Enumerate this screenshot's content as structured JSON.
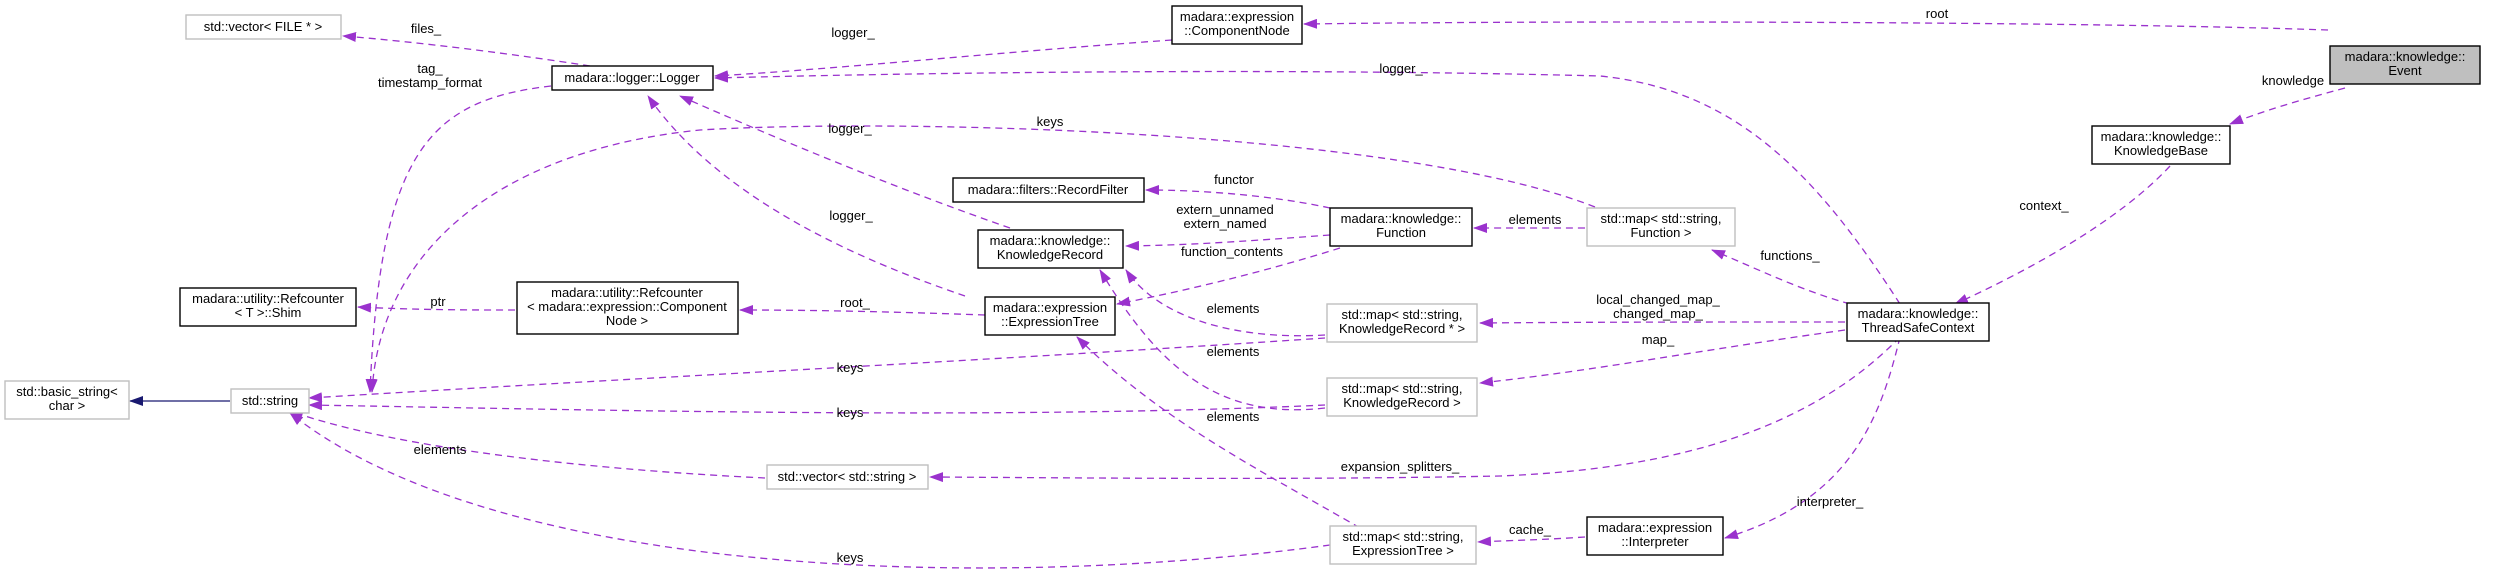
{
  "colors": {
    "usage_edge": "#9a32cd",
    "inherit_edge": "#191970",
    "node_border": "#000000",
    "node_border_light": "#bfbfbf",
    "focus_fill": "#bfbfbf"
  },
  "nodes": {
    "event": {
      "lines": [
        "madara::knowledge::",
        "Event"
      ]
    },
    "component_node": {
      "lines": [
        "madara::expression",
        "::ComponentNode"
      ]
    },
    "vector_file": {
      "lines": [
        "std::vector< FILE * >"
      ]
    },
    "logger": {
      "lines": [
        "madara::logger::Logger"
      ]
    },
    "knowledge_base": {
      "lines": [
        "madara::knowledge::",
        "KnowledgeBase"
      ]
    },
    "record_filter": {
      "lines": [
        "madara::filters::RecordFilter"
      ]
    },
    "function": {
      "lines": [
        "madara::knowledge::",
        "Function"
      ]
    },
    "map_function": {
      "lines": [
        "std::map< std::string,",
        "Function >"
      ]
    },
    "knowledge_record": {
      "lines": [
        "madara::knowledge::",
        "KnowledgeRecord"
      ]
    },
    "refcounter_shim": {
      "lines": [
        "madara::utility::Refcounter",
        "< T >::Shim"
      ]
    },
    "refcounter_component": {
      "lines": [
        "madara::utility::Refcounter",
        "< madara::expression::Component",
        "Node >"
      ]
    },
    "expression_tree": {
      "lines": [
        "madara::expression",
        "::ExpressionTree"
      ]
    },
    "map_kr_ptr": {
      "lines": [
        "std::map< std::string,",
        "KnowledgeRecord * >"
      ]
    },
    "thread_safe_context": {
      "lines": [
        "madara::knowledge::",
        "ThreadSafeContext"
      ]
    },
    "basic_string": {
      "lines": [
        "std::basic_string<",
        "char >"
      ]
    },
    "string": {
      "lines": [
        "std::string"
      ]
    },
    "map_kr": {
      "lines": [
        "std::map< std::string,",
        "KnowledgeRecord >"
      ]
    },
    "vector_string": {
      "lines": [
        "std::vector< std::string >"
      ]
    },
    "interpreter": {
      "lines": [
        "madara::expression",
        "::Interpreter"
      ]
    },
    "map_expression_tree": {
      "lines": [
        "std::map< std::string,",
        "ExpressionTree >"
      ]
    }
  },
  "edge_labels": {
    "root_event": [
      "root"
    ],
    "knowledge": [
      "knowledge"
    ],
    "context": [
      "context_"
    ],
    "files": [
      "files_"
    ],
    "logger_cn": [
      "logger_"
    ],
    "logger_tsc": [
      "logger_"
    ],
    "logger_kr": [
      "logger_"
    ],
    "logger_et": [
      "logger_"
    ],
    "tag_ts": [
      "tag_",
      "timestamp_format"
    ],
    "keys_map_function": [
      "keys"
    ],
    "functor": [
      "functor"
    ],
    "elements_map_function": [
      "elements"
    ],
    "extern": [
      "extern_unnamed",
      "extern_named"
    ],
    "function_contents": [
      "function_contents"
    ],
    "functions": [
      "functions_"
    ],
    "ptr": [
      "ptr"
    ],
    "root_rc": [
      "root_"
    ],
    "elements_map_kr_ptr": [
      "elements"
    ],
    "local_changed": [
      "local_changed_map_",
      "changed_map_"
    ],
    "map": [
      "map_"
    ],
    "keys_map_kr_ptr": [
      "keys"
    ],
    "elements_map_kr": [
      "elements"
    ],
    "keys_map_kr": [
      "keys"
    ],
    "elements_map_et": [
      "elements"
    ],
    "elements_vector": [
      "elements"
    ],
    "expansion_splitters": [
      "expansion_splitters_"
    ],
    "interpreter": [
      "interpreter_"
    ],
    "cache": [
      "cache_"
    ],
    "keys_map_et": [
      "keys"
    ]
  }
}
